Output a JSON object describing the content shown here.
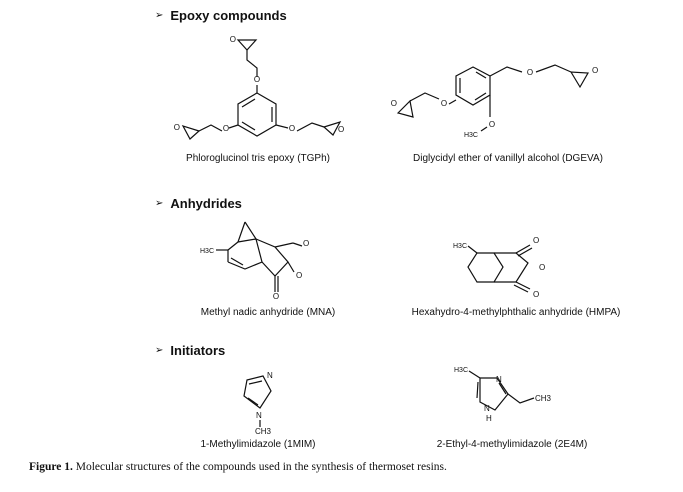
{
  "sections": [
    {
      "arrow": "➢",
      "title": "Epoxy compounds"
    },
    {
      "arrow": "➢",
      "title": "Anhydrides"
    },
    {
      "arrow": "➢",
      "title": "Initiators"
    }
  ],
  "compounds": {
    "tgph": {
      "label": "Phloroglucinol tris epoxy (TGPh)",
      "atoms": [
        "O",
        "O",
        "O",
        "O",
        "O",
        "O"
      ]
    },
    "dgeva": {
      "label": "Diglycidyl ether of vanillyl alcohol (DGEVA)",
      "atoms": [
        "O",
        "O",
        "O",
        "O",
        "H3C",
        "O"
      ]
    },
    "mna": {
      "label": "Methyl nadic anhydride (MNA)",
      "atoms": [
        "H3C",
        "O",
        "O",
        "O"
      ]
    },
    "hmpa": {
      "label": "Hexahydro-4-methylphthalic anhydride (HMPA)",
      "atoms": [
        "H3C",
        "O",
        "O",
        "O"
      ]
    },
    "mim": {
      "label": "1-Methylimidazole (1MIM)",
      "atoms": [
        "N",
        "N",
        "CH3"
      ]
    },
    "e4m": {
      "label": "2-Ethyl-4-methylimidazole (2E4M)",
      "atoms": [
        "H3C",
        "N",
        "CH3",
        "N",
        "H"
      ]
    }
  },
  "caption": {
    "prefix": "Figure 1.",
    "text": "Molecular structures of the compounds used in the synthesis of thermoset resins."
  }
}
